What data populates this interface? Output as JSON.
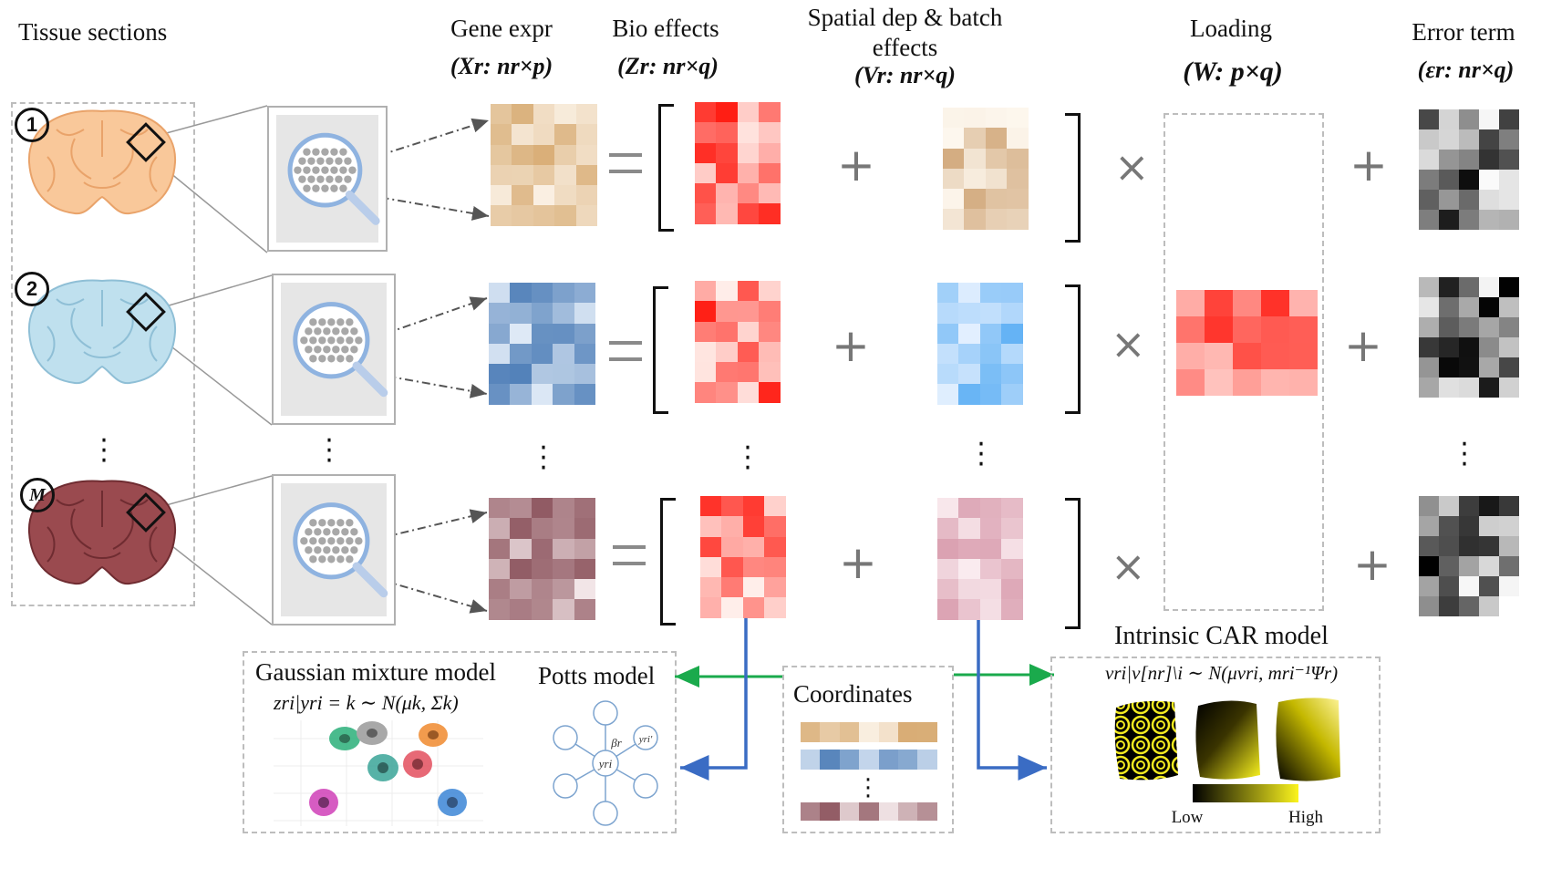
{
  "headers": {
    "tissue": "Tissue sections",
    "gene": "Gene expr",
    "gene_dim": "(Xr: nr×p)",
    "bio": "Bio effects",
    "bio_dim": "(Zr: nr×q)",
    "spatial_line1": "Spatial dep & batch",
    "spatial_line2": "effects",
    "spatial_dim": "(Vr: nr×q)",
    "loading": "Loading",
    "loading_dim": "(W: p×q)",
    "error": "Error term",
    "error_dim": "(εr: nr×q)"
  },
  "sections": [
    {
      "badge": "1",
      "tissue_color": "#f9c89a",
      "tissue_stroke": "#e9a36a",
      "matrix_palette": "tan"
    },
    {
      "badge": "2",
      "tissue_color": "#bfe0ee",
      "tissue_stroke": "#8fbfd6",
      "matrix_palette": "blue"
    },
    {
      "badge": "M",
      "tissue_color": "#9a4a4f",
      "tissue_stroke": "#6f2c31",
      "matrix_palette": "mauve"
    }
  ],
  "operators": {
    "equals": "=",
    "plus": "+",
    "times": "×"
  },
  "bottom": {
    "gmm_title": "Gaussian mixture model",
    "gmm_formula": "zri|yri = k ∼ N(μk, Σk)",
    "potts_title": "Potts model",
    "potts_beta": "βr",
    "potts_center": "yri",
    "potts_neighbor": "yri'",
    "coord_title": "Coordinates",
    "car_title": "Intrinsic CAR model",
    "car_formula": "vri|v[nr]\\i ∼ N(μvri, mri⁻¹Ψr)",
    "legend_low": "Low",
    "legend_high": "High"
  },
  "colors": {
    "green_arrow": "#1aaa4c",
    "blue_arrow": "#3a6cc4",
    "bio_red": "#ff1a10",
    "dash_gray": "#bdbdbd"
  }
}
